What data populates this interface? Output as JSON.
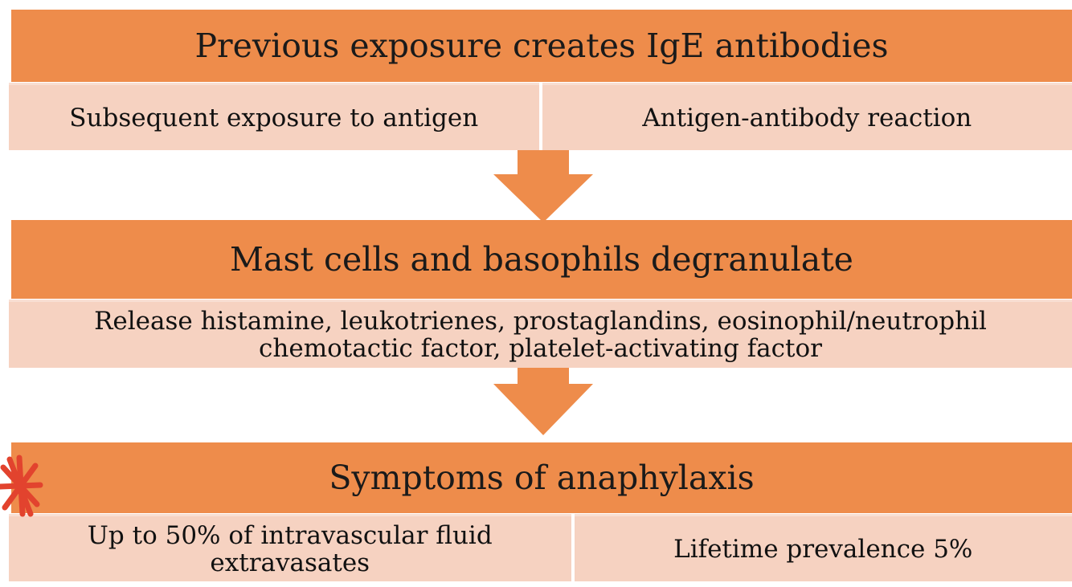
{
  "stages": [
    {
      "title": "Previous exposure creates IgE antibodies",
      "details": [
        "Subsequent exposure to antigen",
        "Antigen-antibody reaction"
      ]
    },
    {
      "title": "Mast cells and basophils degranulate",
      "details": [
        "Release histamine, leukotrienes, prostaglandins, eosinophil/neutrophil chemotactic factor, platelet-activating factor"
      ]
    },
    {
      "title": "Symptoms of anaphylaxis",
      "details": [
        "Up to 50% of intravascular fluid extravasates",
        "Lifetime prevalence 5%"
      ]
    }
  ],
  "colors": {
    "header": "#ee8c4b",
    "detail": "#f6d2c1",
    "arrow": "#ee8c4b",
    "mark": "#e2432e"
  },
  "icons": [
    "down-arrow-icon",
    "red-star-mark-icon"
  ]
}
